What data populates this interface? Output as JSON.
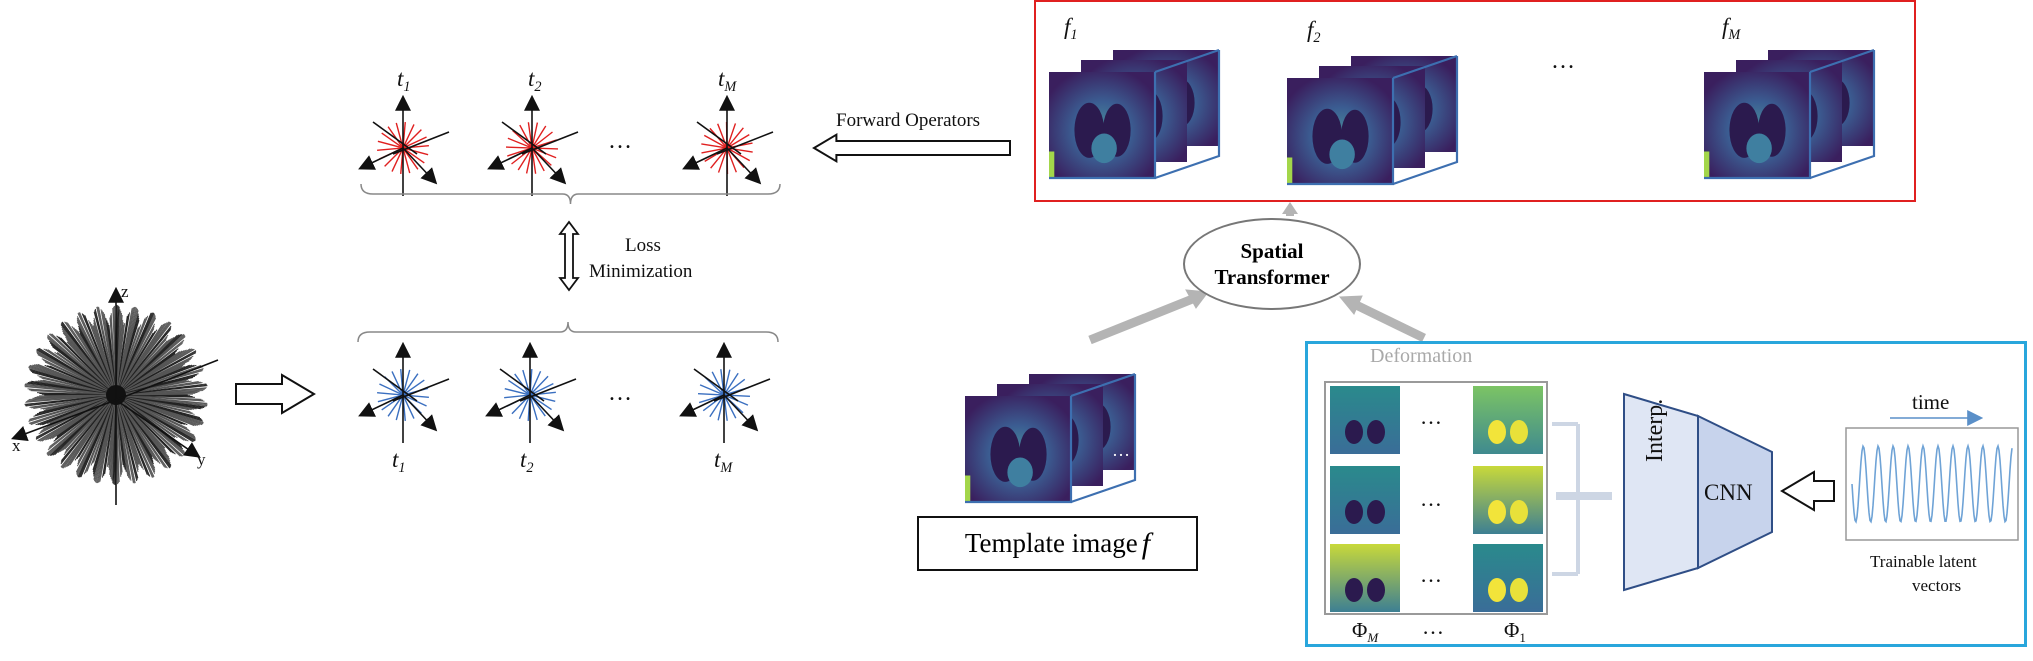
{
  "measurements_top": {
    "labels": [
      {
        "var": "t",
        "sub": "1"
      },
      {
        "var": "t",
        "sub": "2"
      },
      {
        "var": "t",
        "sub": "M"
      }
    ],
    "dots": "…"
  },
  "measurements_bottom": {
    "labels": [
      {
        "var": "t",
        "sub": "1"
      },
      {
        "var": "t",
        "sub": "2"
      },
      {
        "var": "t",
        "sub": "M"
      }
    ],
    "dots": "…"
  },
  "loss": {
    "line1": "Loss",
    "line2": "Minimization"
  },
  "forward_operators": "Forward Operators",
  "frames": {
    "labels": [
      {
        "var": "f",
        "sub": "1"
      },
      {
        "var": "f",
        "sub": "2"
      },
      {
        "var": "f",
        "sub": "M"
      }
    ],
    "dots": "…"
  },
  "spatial_transformer": {
    "line1": "Spatial",
    "line2": "Transformer"
  },
  "template": {
    "text": "Template image ",
    "var": "f",
    "dots": "…"
  },
  "deformation": {
    "title": "Deformation",
    "row_dots": "…",
    "col_labels": {
      "left_var": "Φ",
      "left_sub": "M",
      "mid": "…",
      "right_var": "Φ",
      "right_sub": "1"
    }
  },
  "network": {
    "interp": "Interp.",
    "cnn": "CNN"
  },
  "latent": {
    "time": "time",
    "caption_line1": "Trainable latent",
    "caption_line2": "vectors"
  },
  "axes": {
    "z": "z",
    "x": "x",
    "y": "y"
  },
  "colors": {
    "red_box": "#e02020",
    "blue_box": "#29a6dc",
    "top_spokes": "#e02020",
    "bottom_spokes": "#3a6fc0",
    "arrow_gray": "#b4b4b4",
    "trapezoid_fill": "#c7d3ec",
    "trapezoid_stroke": "#2f4e86"
  }
}
